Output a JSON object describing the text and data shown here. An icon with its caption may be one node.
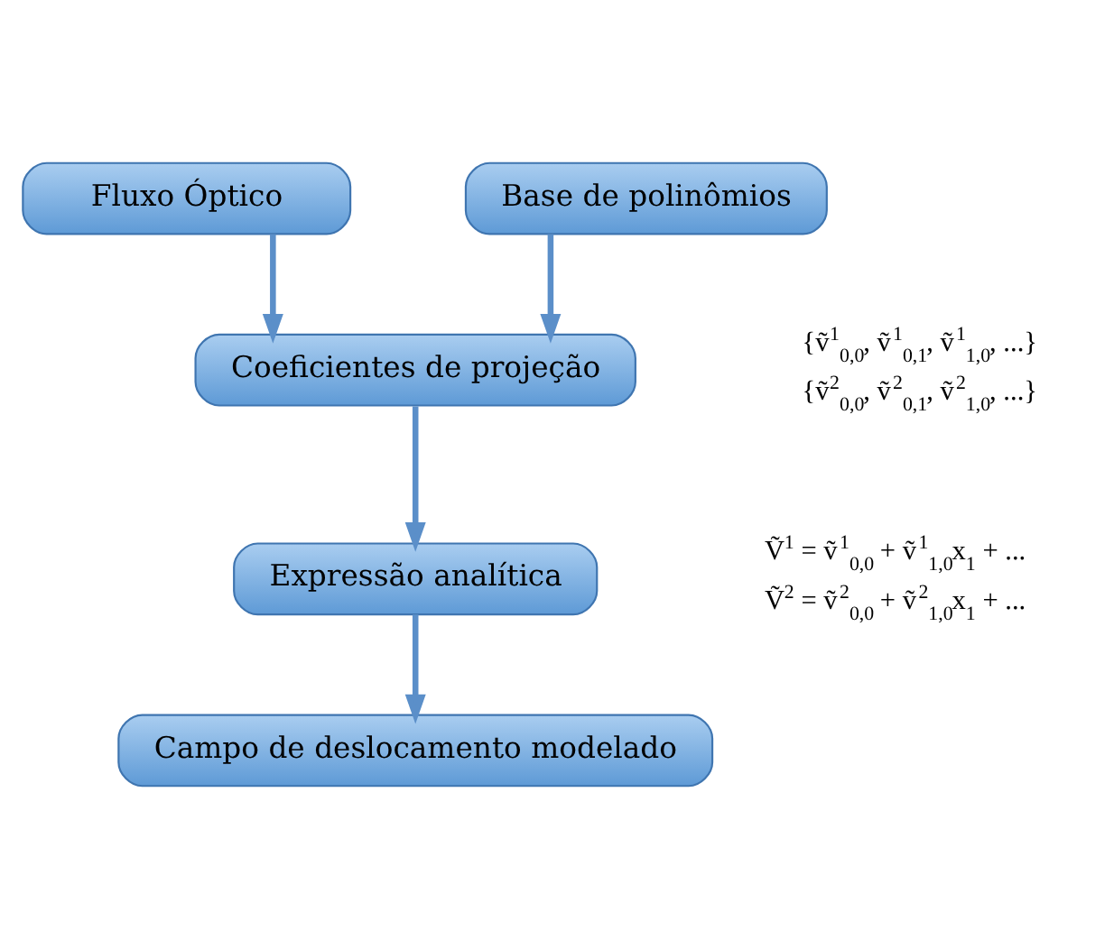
{
  "diagram": {
    "nodes": [
      {
        "text": [
          "Fluxo Óptico"
        ]
      },
      {
        "text": [
          "Base de polinômios"
        ]
      },
      {
        "text": [
          "Coeficientes de projeção"
        ],
        "beside": [
          "{ṽ$^{1}$$_{0,0}$, ṽ$^{1}$$_{0,1}$, ṽ$^{1}$$_{1,0}$, ...}",
          "{ṽ$^{2}$$_{0,0}$, ṽ$^{2}$$_{0,1}$, ṽ$^{2}$$_{1,0}$, ...}"
        ]
      },
      {
        "text": [
          "Expressão analítica"
        ],
        "beside": [
          "Ṽ$^{1}$ = ṽ$^{1}$$_{0,0}$ + ṽ$^{1}$$_{1,0}$x$_{1}$ + ...",
          "Ṽ$^{2}$ = ṽ$^{2}$$_{0,0}$ + ṽ$^{2}$$_{1,0}$x$_{1}$ + ..."
        ]
      },
      {
        "text": [
          "Campo de deslocamento modelado"
        ]
      }
    ],
    "edges": [
      {
        "from": 0,
        "to": 2,
        "arrow": "to"
      },
      {
        "from": 1,
        "to": 2,
        "arrow": "to"
      },
      {
        "from": 2,
        "to": 3,
        "arrow": "to"
      },
      {
        "from": 3,
        "to": 4,
        "arrow": "to"
      }
    ]
  }
}
